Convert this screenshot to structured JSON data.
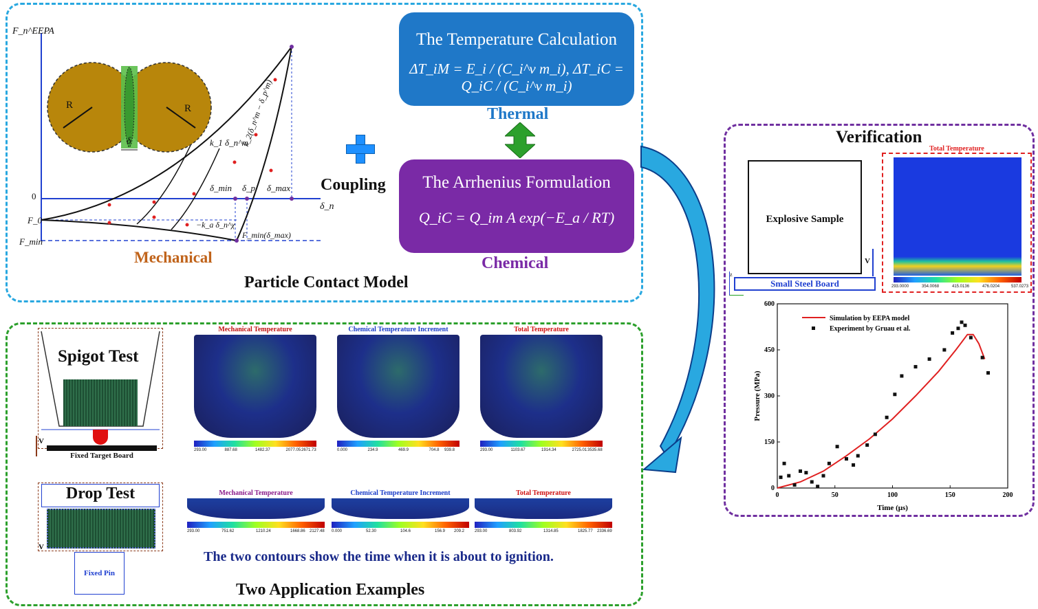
{
  "top": {
    "section_title": "Particle Contact Model",
    "mechanical_label": "Mechanical",
    "coupling_label": "Coupling",
    "thermal_label": "Thermal",
    "chemical_label": "Chemical",
    "temperature_box": {
      "title": "The Temperature Calculation",
      "equation": "ΔT_iM = E_i / (C_i^v m_i),  ΔT_iC = Q_iC / (C_i^v m_i)"
    },
    "arrhenius_box": {
      "title": "The Arrhenius Formulation",
      "equation": "Q_iC = Q_im A exp(−E_a / RT)"
    },
    "contact_plot": {
      "y_axis": "F_n^EEPA",
      "x_axis": "δ_n",
      "y_ticks": [
        "0",
        "F_0",
        "F_min"
      ],
      "labels": {
        "r1": "R",
        "r2": "R",
        "delta": "δ",
        "delta_min": "δ_min",
        "delta_p": "δ_p",
        "delta_max": "δ_max",
        "load_curve": "k_1 δ_n^m",
        "unload_curve": "k_2(δ_n^m − δ_p^m)",
        "adhesion": "−k_a δ_n^χ",
        "fmin": "F_min(δ_max)"
      }
    }
  },
  "verification": {
    "title": "Verification",
    "sample_label": "Explosive Sample",
    "board_label": "Small Steel Board",
    "v0_label": "V",
    "contour_title": "Total Temperature",
    "colorbar_ticks": [
      "293.0000",
      "354.0068",
      "415.0136",
      "476.0204",
      "537.0273"
    ],
    "chart": {
      "xlabel": "Time (μs)",
      "ylabel": "Pressure (MPa)",
      "x_ticks": [
        "0",
        "50",
        "100",
        "150",
        "200"
      ],
      "y_ticks": [
        "0",
        "150",
        "300",
        "450",
        "600"
      ]
    }
  },
  "chart_data": {
    "type": "scatter",
    "xlabel": "Time (μs)",
    "ylabel": "Pressure (MPa)",
    "xlim": [
      0,
      200
    ],
    "ylim": [
      0,
      600
    ],
    "legend_position": "top-left",
    "series": [
      {
        "name": "Simulation by EEPA model",
        "type": "line",
        "color": "#e02020",
        "x": [
          0,
          20,
          40,
          60,
          80,
          100,
          120,
          140,
          155,
          165,
          170,
          175,
          180
        ],
        "y": [
          0,
          20,
          55,
          105,
          160,
          225,
          300,
          380,
          450,
          500,
          500,
          470,
          420
        ]
      },
      {
        "name": "Experiment by Gruau et al.",
        "type": "scatter",
        "color": "#111111",
        "x": [
          3,
          6,
          10,
          15,
          20,
          25,
          30,
          35,
          40,
          45,
          52,
          60,
          66,
          70,
          78,
          85,
          95,
          102,
          108,
          120,
          132,
          145,
          152,
          157,
          160,
          163,
          168,
          178,
          183
        ],
        "y": [
          35,
          80,
          40,
          10,
          55,
          50,
          20,
          5,
          40,
          80,
          135,
          95,
          75,
          105,
          140,
          175,
          230,
          305,
          365,
          395,
          420,
          450,
          505,
          520,
          540,
          530,
          490,
          425,
          375
        ]
      }
    ]
  },
  "applications": {
    "section_title": "Two Application Examples",
    "spigot_title": "Spigot Test",
    "spigot_board": "Fixed Target Board",
    "drop_title": "Drop Test",
    "drop_pin": "Fixed Pin",
    "v0": "V",
    "caption": "The two contours show the time when it is about to ignition.",
    "spigot_contours": [
      {
        "title": "Mechanical Temperature",
        "color": "#c01010",
        "ticks": [
          "293.00",
          "887.68",
          "1482.37",
          "2077.05",
          "2671.73"
        ]
      },
      {
        "title": "Chemical Temperature Increment",
        "color": "#1a3cc8",
        "ticks": [
          "0.000",
          "234.9",
          "469.9",
          "704.8",
          "939.8"
        ]
      },
      {
        "title": "Total Temperature",
        "color": "#d01010",
        "ticks": [
          "293.00",
          "1103.67",
          "1914.34",
          "2725.01",
          "3535.68"
        ]
      }
    ],
    "drop_contours": [
      {
        "title": "Mechanical Temperature",
        "color": "#8a1a8a",
        "ticks": [
          "293.00",
          "751.62",
          "1210.24",
          "1668.86",
          "2127.48"
        ]
      },
      {
        "title": "Chemical Temperature Increment",
        "color": "#1a3cc8",
        "ticks": [
          "0.000",
          "52.30",
          "104.6",
          "156.9",
          "209.2"
        ]
      },
      {
        "title": "Total Temperature",
        "color": "#d01010",
        "ticks": [
          "293.00",
          "803.92",
          "1314.85",
          "1825.77",
          "2336.69"
        ]
      }
    ]
  },
  "colors": {
    "top_border": "#29a8e0",
    "verification_border": "#7030a0",
    "applications_border": "#2ca02c",
    "sphere": "#b8860b"
  }
}
